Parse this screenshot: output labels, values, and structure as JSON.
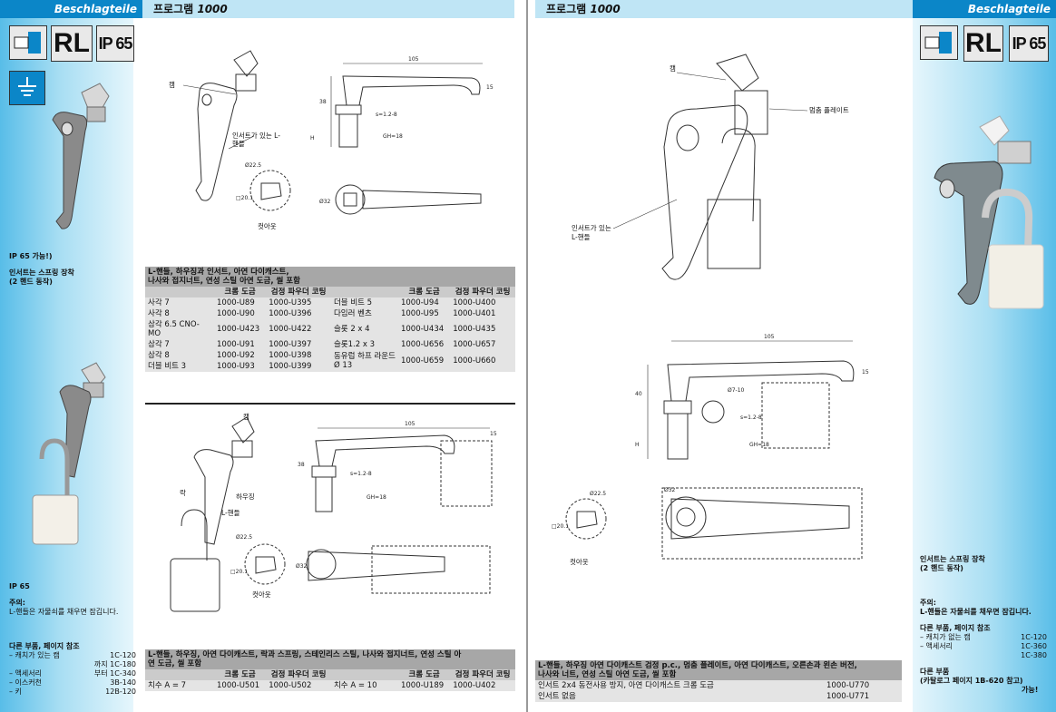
{
  "left_page": {
    "tagline": "Beschlagteile",
    "title_korean": "프로그램",
    "title_number": "1000",
    "badges": {
      "rl": "RL",
      "ip": "IP 65"
    },
    "side": {
      "ip65_option": "IP 65 가능!)",
      "feature_line1": "인서트는 스프링 장착",
      "feature_line2": "(2 핸드 동작)",
      "ip65": "IP 65",
      "note_title": "주의:",
      "note_text": "L-핸들은 자물쇠를 채우면 잠깁니다.",
      "refs_title": "다른 부품, 페이지 참조",
      "refs": [
        {
          "name": "– 캐치가 있는 캠",
          "code": "1C-120"
        },
        {
          "name": "",
          "code": "까지  1C-180"
        },
        {
          "name": "– 액세서리",
          "code": "부터  1C-340"
        },
        {
          "name": "– 이스커천",
          "code": "3B-140"
        },
        {
          "name": "– 키",
          "code": "12B-120"
        }
      ]
    },
    "drawing1": {
      "label_cam": "캠",
      "label_handle1": "인서트가 있는 L-",
      "label_handle2": "핸들",
      "cutout": "컷아웃",
      "dim_105": "105",
      "dim_38": "38",
      "dim_15": "15",
      "dim_s": "s=1.2-8",
      "dim_gh": "GH=18",
      "dim_h": "H",
      "dim_225": "Ø22.5",
      "dim_20": "□20.1",
      "dim_32": "Ø32"
    },
    "table1": {
      "title_line1": "L-핸들, 하우징과 인서트, 아연 다이캐스트,",
      "title_line2": "나사와 접지너트, 연성 스틸 아연 도금, 씰 포함",
      "headers": [
        "크롬 도금",
        "검정 파우더 코팅",
        "크롬 도금",
        "검정 파우더 코팅"
      ],
      "left_rows": [
        {
          "name": "사각 7",
          "chrome": "1000-U89",
          "black": "1000-U395"
        },
        {
          "name": "사각 8",
          "chrome": "1000-U90",
          "black": "1000-U396"
        },
        {
          "name": "삼각 6.5 CNO-MO",
          "chrome": "1000-U423",
          "black": "1000-U422"
        },
        {
          "name": "삼각 7",
          "chrome": "1000-U91",
          "black": "1000-U397"
        },
        {
          "name": "삼각 8",
          "chrome": "1000-U92",
          "black": "1000-U398"
        },
        {
          "name": "더블 비트 3",
          "chrome": "1000-U93",
          "black": "1000-U399"
        }
      ],
      "right_rows": [
        {
          "name": "더블 비트 5",
          "chrome": "1000-U94",
          "black": "1000-U400"
        },
        {
          "name": "다임러 벤츠",
          "chrome": "1000-U95",
          "black": "1000-U401"
        },
        {
          "name": "슬롯 2 x 4",
          "chrome": "1000-U434",
          "black": "1000-U435"
        },
        {
          "name": "슬롯1.2 x 3",
          "chrome": "1000-U656",
          "black": "1000-U657"
        },
        {
          "name": "동유럽 하프 라운드 Ø 13",
          "chrome": "1000-U659",
          "black": "1000-U660"
        }
      ]
    },
    "drawing2": {
      "label_cam": "캠",
      "label_lock": "락",
      "label_housing": "하우징",
      "label_handle": "L-핸들",
      "cutout": "컷아웃",
      "dim_105": "105",
      "dim_38": "38",
      "dim_15": "15",
      "dim_s": "s=1.2-8",
      "dim_gh": "GH=18",
      "dim_225": "Ø22.5",
      "dim_20": "□20.1",
      "dim_32": "Ø32"
    },
    "table2": {
      "title_line1": "L-핸들, 하우징, 아연 다이캐스트, 락과 스프링, 스테인리스 스틸, 나사와 접지너트, 연성 스틸 아",
      "title_line2": "연 도금, 씰 포함",
      "headers": [
        "크롬 도금",
        "검정 파우더 코팅",
        "크롬 도금",
        "검정 파우더 코팅"
      ],
      "row": {
        "name_a": "치수 A = 7",
        "chrome_a": "1000-U501",
        "black_a": "1000-U502",
        "name_b": "치수 A = 10",
        "chrome_b": "1000-U189",
        "black_b": "1000-U402"
      }
    }
  },
  "right_page": {
    "tagline": "Beschlagteile",
    "title_korean": "프로그램",
    "title_number": "1000",
    "badges": {
      "rl": "RL",
      "ip": "IP 65"
    },
    "drawing_top": {
      "label_cam": "캠",
      "label_plate": "멈춤 플레이트",
      "label_handle1": "인서트가 있는",
      "label_handle2": "L-핸들"
    },
    "drawing_bottom": {
      "dim_105": "105",
      "dim_40": "40",
      "dim_15": "15",
      "dim_h": "H",
      "dim_gh": "GH=18",
      "dim_7": "Ø7-10",
      "dim_s": "s=1.2-8",
      "dim_225": "Ø22.5",
      "dim_20": "□20.1",
      "dim_32": "Ø32",
      "cutout": "컷아웃"
    },
    "side": {
      "feature_line1": "인서트는 스프링 장착",
      "feature_line2": "(2 핸드 동작)",
      "note_title": "주의:",
      "note_text": "L-핸들은 자물쇠를 채우면 잠깁니다.",
      "refs_title": "다른 부품, 페이지 참조",
      "refs": [
        {
          "name": "– 캐치가 없는 캠",
          "code": "1C-120"
        },
        {
          "name": "– 액세서리",
          "code": "1C-360"
        },
        {
          "name": "",
          "code": "1C-380"
        }
      ],
      "other_title": "다른 부품",
      "other_text": "(카탈로그 페이지 1B-620 참고)",
      "other_avail": "가능!"
    },
    "table": {
      "title_line1": "L-핸들, 하우징 아연 다이캐스트 검정 p.c., 멈춤 플레이트, 아연 다이캐스트, 오른손과 왼손 버전,",
      "title_line2": "나사와 너트, 연성 스틸 아연 도금, 씰 포함",
      "rows": [
        {
          "name": "인서트 2x4 동전사용 방지, 아연 다이캐스트 크롬 도금",
          "code": "1000-U770"
        },
        {
          "name": "인서트 없음",
          "code": "1000-U771"
        }
      ]
    }
  }
}
